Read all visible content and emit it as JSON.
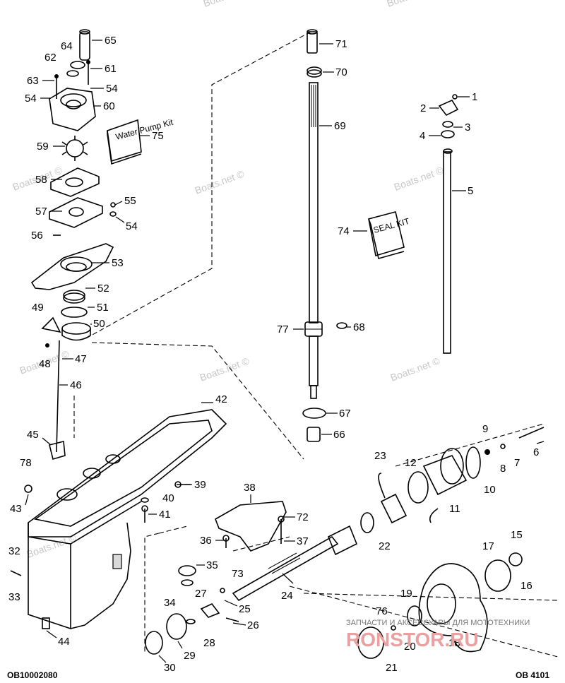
{
  "diagram": {
    "codes": {
      "left": "OB10002080",
      "right": "OB 4101"
    },
    "watermark": "Boats.net ©",
    "kits": {
      "water_pump": "Water Pump Kit",
      "seal": "SEAL KIT"
    },
    "brand": {
      "subtitle": "ЗАПЧАСТИ И АКСЕССУАРЫ ДЛЯ МОТОТЕХНИКИ",
      "name": "RONSTOR.RU"
    },
    "part_numbers": [
      "1",
      "2",
      "3",
      "4",
      "5",
      "6",
      "7",
      "8",
      "9",
      "10",
      "11",
      "12",
      "15",
      "16",
      "17",
      "18",
      "19",
      "20",
      "21",
      "22",
      "23",
      "24",
      "25",
      "26",
      "27",
      "28",
      "29",
      "30",
      "32",
      "33",
      "34",
      "35",
      "36",
      "37",
      "38",
      "39",
      "40",
      "41",
      "42",
      "43",
      "44",
      "45",
      "46",
      "47",
      "48",
      "49",
      "50",
      "51",
      "52",
      "53",
      "54",
      "55",
      "56",
      "57",
      "58",
      "59",
      "60",
      "61",
      "62",
      "63",
      "64",
      "65",
      "66",
      "67",
      "68",
      "69",
      "70",
      "71",
      "72",
      "73",
      "74",
      "75",
      "76",
      "77",
      "78"
    ]
  }
}
